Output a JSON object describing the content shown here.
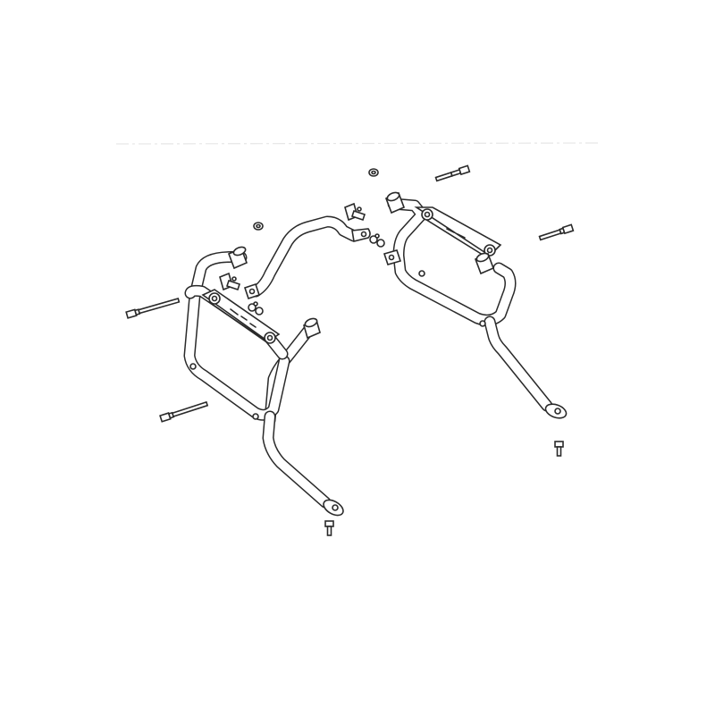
{
  "diagram": {
    "kind": "exploded-parts-view",
    "assembly": "side-case-mounting-frames",
    "parts": [
      "left-frame",
      "right-frame",
      "bolt",
      "bolt",
      "bolt",
      "bolt",
      "washer",
      "washer",
      "nut-pair",
      "nut-pair",
      "mounting-clip",
      "mounting-clip",
      "spacer-sleeve",
      "spacer-sleeve",
      "screw",
      "screw"
    ],
    "line_color": "#2a2a2a",
    "background_color": "#ffffff"
  }
}
